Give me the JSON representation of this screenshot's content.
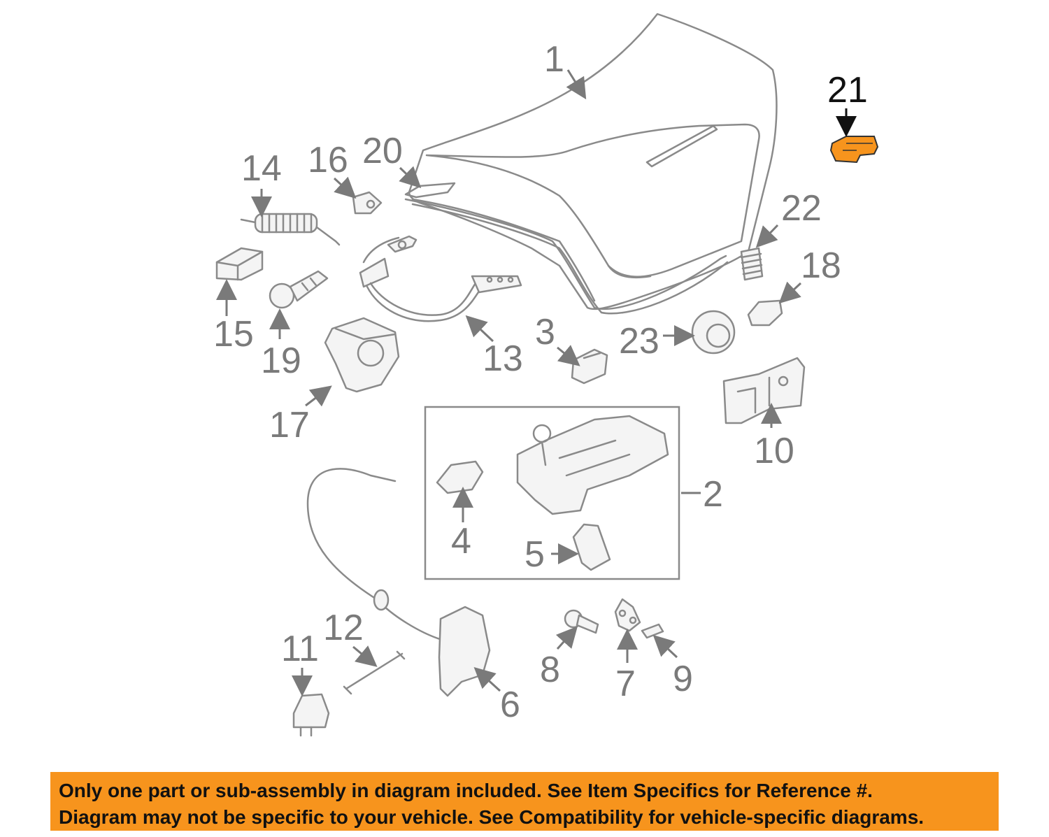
{
  "callouts": {
    "c1": "1",
    "c2": "2",
    "c3": "3",
    "c4": "4",
    "c5": "5",
    "c6": "6",
    "c7": "7",
    "c8": "8",
    "c9": "9",
    "c10": "10",
    "c11": "11",
    "c12": "12",
    "c13": "13",
    "c14": "14",
    "c15": "15",
    "c16": "16",
    "c17": "17",
    "c18": "18",
    "c19": "19",
    "c20": "20",
    "c21": "21",
    "c22": "22",
    "c23": "23"
  },
  "highlight_part": "21",
  "colors": {
    "highlight": "#f7941d",
    "line": "#8a8a8a",
    "banner": "#f7941d"
  },
  "disclaimer": {
    "line1": "Only one part or sub-assembly in diagram included. See Item Specifics for Reference #.",
    "line2": "Diagram may not be specific to your vehicle. See Compatibility for vehicle-specific diagrams."
  }
}
